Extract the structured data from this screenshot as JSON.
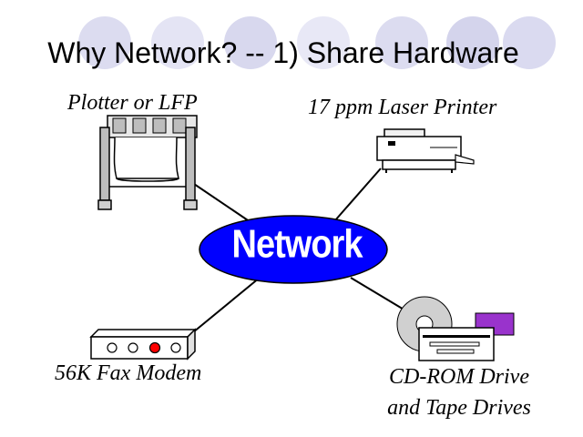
{
  "title": "Why Network? -- 1) Share Hardware",
  "hub": {
    "label": "Network"
  },
  "devices": {
    "plotter": {
      "label": "Plotter or LFP",
      "icon": "plotter-icon"
    },
    "printer": {
      "label": "17 ppm Laser Printer",
      "icon": "laser-printer-icon"
    },
    "modem": {
      "label": "56K Fax Modem",
      "icon": "fax-modem-icon"
    },
    "storage": {
      "label_line1": "CD-ROM Drive",
      "label_line2": "and Tape Drives",
      "icon": "cdrom-tape-drive-icon"
    }
  },
  "colors": {
    "hub_fill": "#0000ff",
    "decor_circle": "#dcdcf0",
    "modem_light": "#ff0000",
    "tape_cartridge": "#9933cc"
  }
}
